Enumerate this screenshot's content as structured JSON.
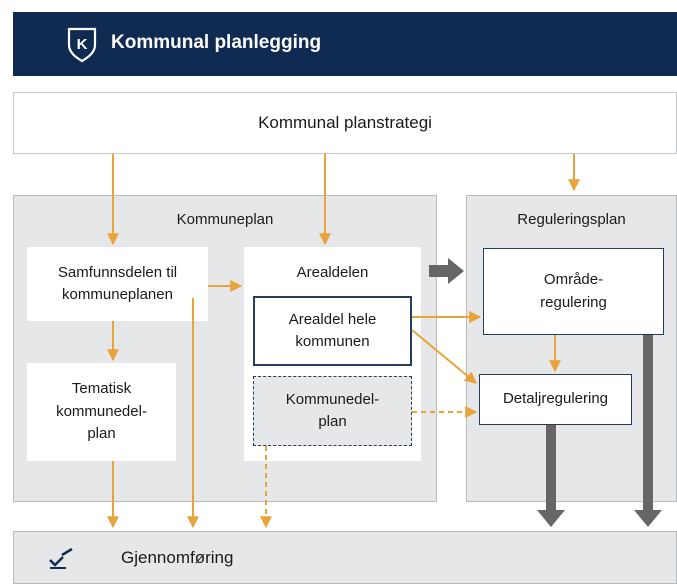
{
  "header": {
    "title": "Kommunal planlegging",
    "logo_letter": "K",
    "logo_icon": "shield-logo-icon"
  },
  "strategy": {
    "label": "Kommunal planstrategi"
  },
  "kommuneplan": {
    "title": "Kommuneplan",
    "samfunnsdelen": "Samfunnsdelen til kommuneplanen",
    "tematisk": "Tematisk kommunedel-plan",
    "arealdelen": "Arealdelen",
    "arealdel_hele": "Arealdel hele kommunen",
    "kommunedelplan": "Kommunedel-plan"
  },
  "reguleringsplan": {
    "title": "Reguleringsplan",
    "omrade": "Område-regulering",
    "detalj": "Detaljregulering"
  },
  "footer": {
    "label": "Gjennomføring",
    "icon": "check-signature-icon"
  },
  "colors": {
    "navy": "#0f2b52",
    "orange": "#e8a33a",
    "gray_arrow": "#666666",
    "panel": "#e6e7e8"
  }
}
